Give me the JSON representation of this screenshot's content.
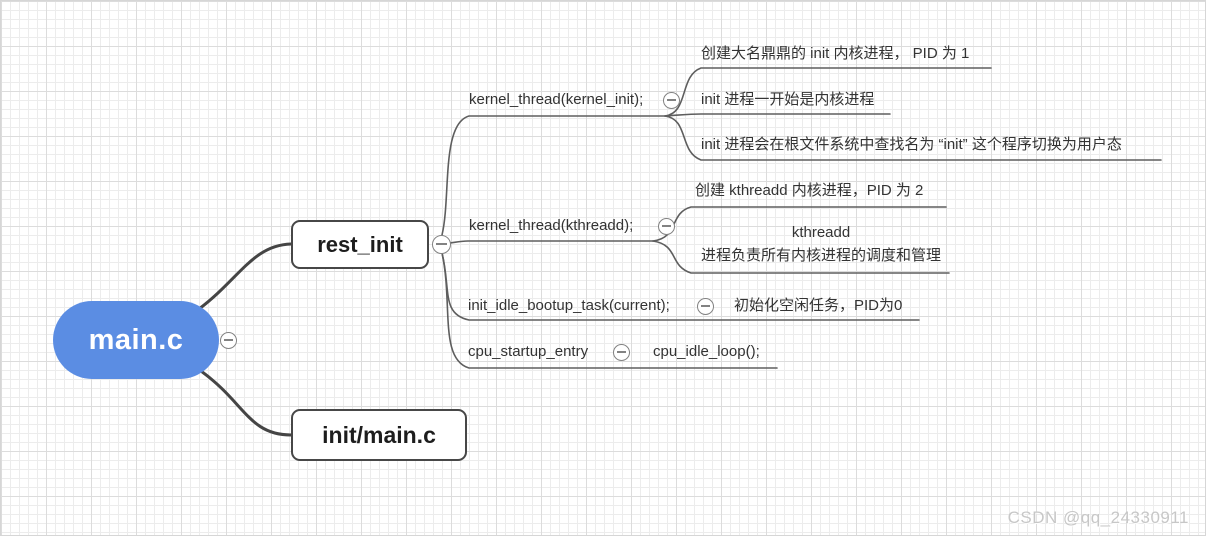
{
  "palette": {
    "root_fill": "#5b8de3",
    "root_text": "#ffffff",
    "box_border": "#474747",
    "main_edge": "#454545",
    "sub_edge": "#5e5e5e",
    "topic_text": "#333333",
    "grid_minor": "#ececec",
    "grid_major": "#dcdcdc"
  },
  "nodes": {
    "root": {
      "label": "main.c"
    },
    "rest_init": {
      "label": "rest_init"
    },
    "init_main_c": {
      "label": "init/main.c"
    },
    "kernel_init": {
      "label": "kernel_thread(kernel_init);"
    },
    "kernel_init_note1": {
      "label": "创建大名鼎鼎的 init 内核进程， PID 为 1"
    },
    "kernel_init_note2": {
      "label": "init 进程一开始是内核进程"
    },
    "kernel_init_note3": {
      "label": "init 进程会在根文件系统中查找名为 “init” 这个程序切换为用户态"
    },
    "kthreadd": {
      "label": "kernel_thread(kthreadd);"
    },
    "kthreadd_note1": {
      "label": "创建 kthreadd 内核进程，PID 为 2"
    },
    "kthreadd_note2_line1": {
      "label": "kthreadd"
    },
    "kthreadd_note2_line2": {
      "label": "进程负责所有内核进程的调度和管理"
    },
    "init_idle": {
      "label": "init_idle_bootup_task(current);"
    },
    "init_idle_note1": {
      "label": "初始化空闲任务，PID为0"
    },
    "cpu_startup": {
      "label": "cpu_startup_entry"
    },
    "cpu_startup_note1": {
      "label": "cpu_idle_loop();"
    }
  },
  "watermark": {
    "label": "CSDN @qq_24330911"
  }
}
